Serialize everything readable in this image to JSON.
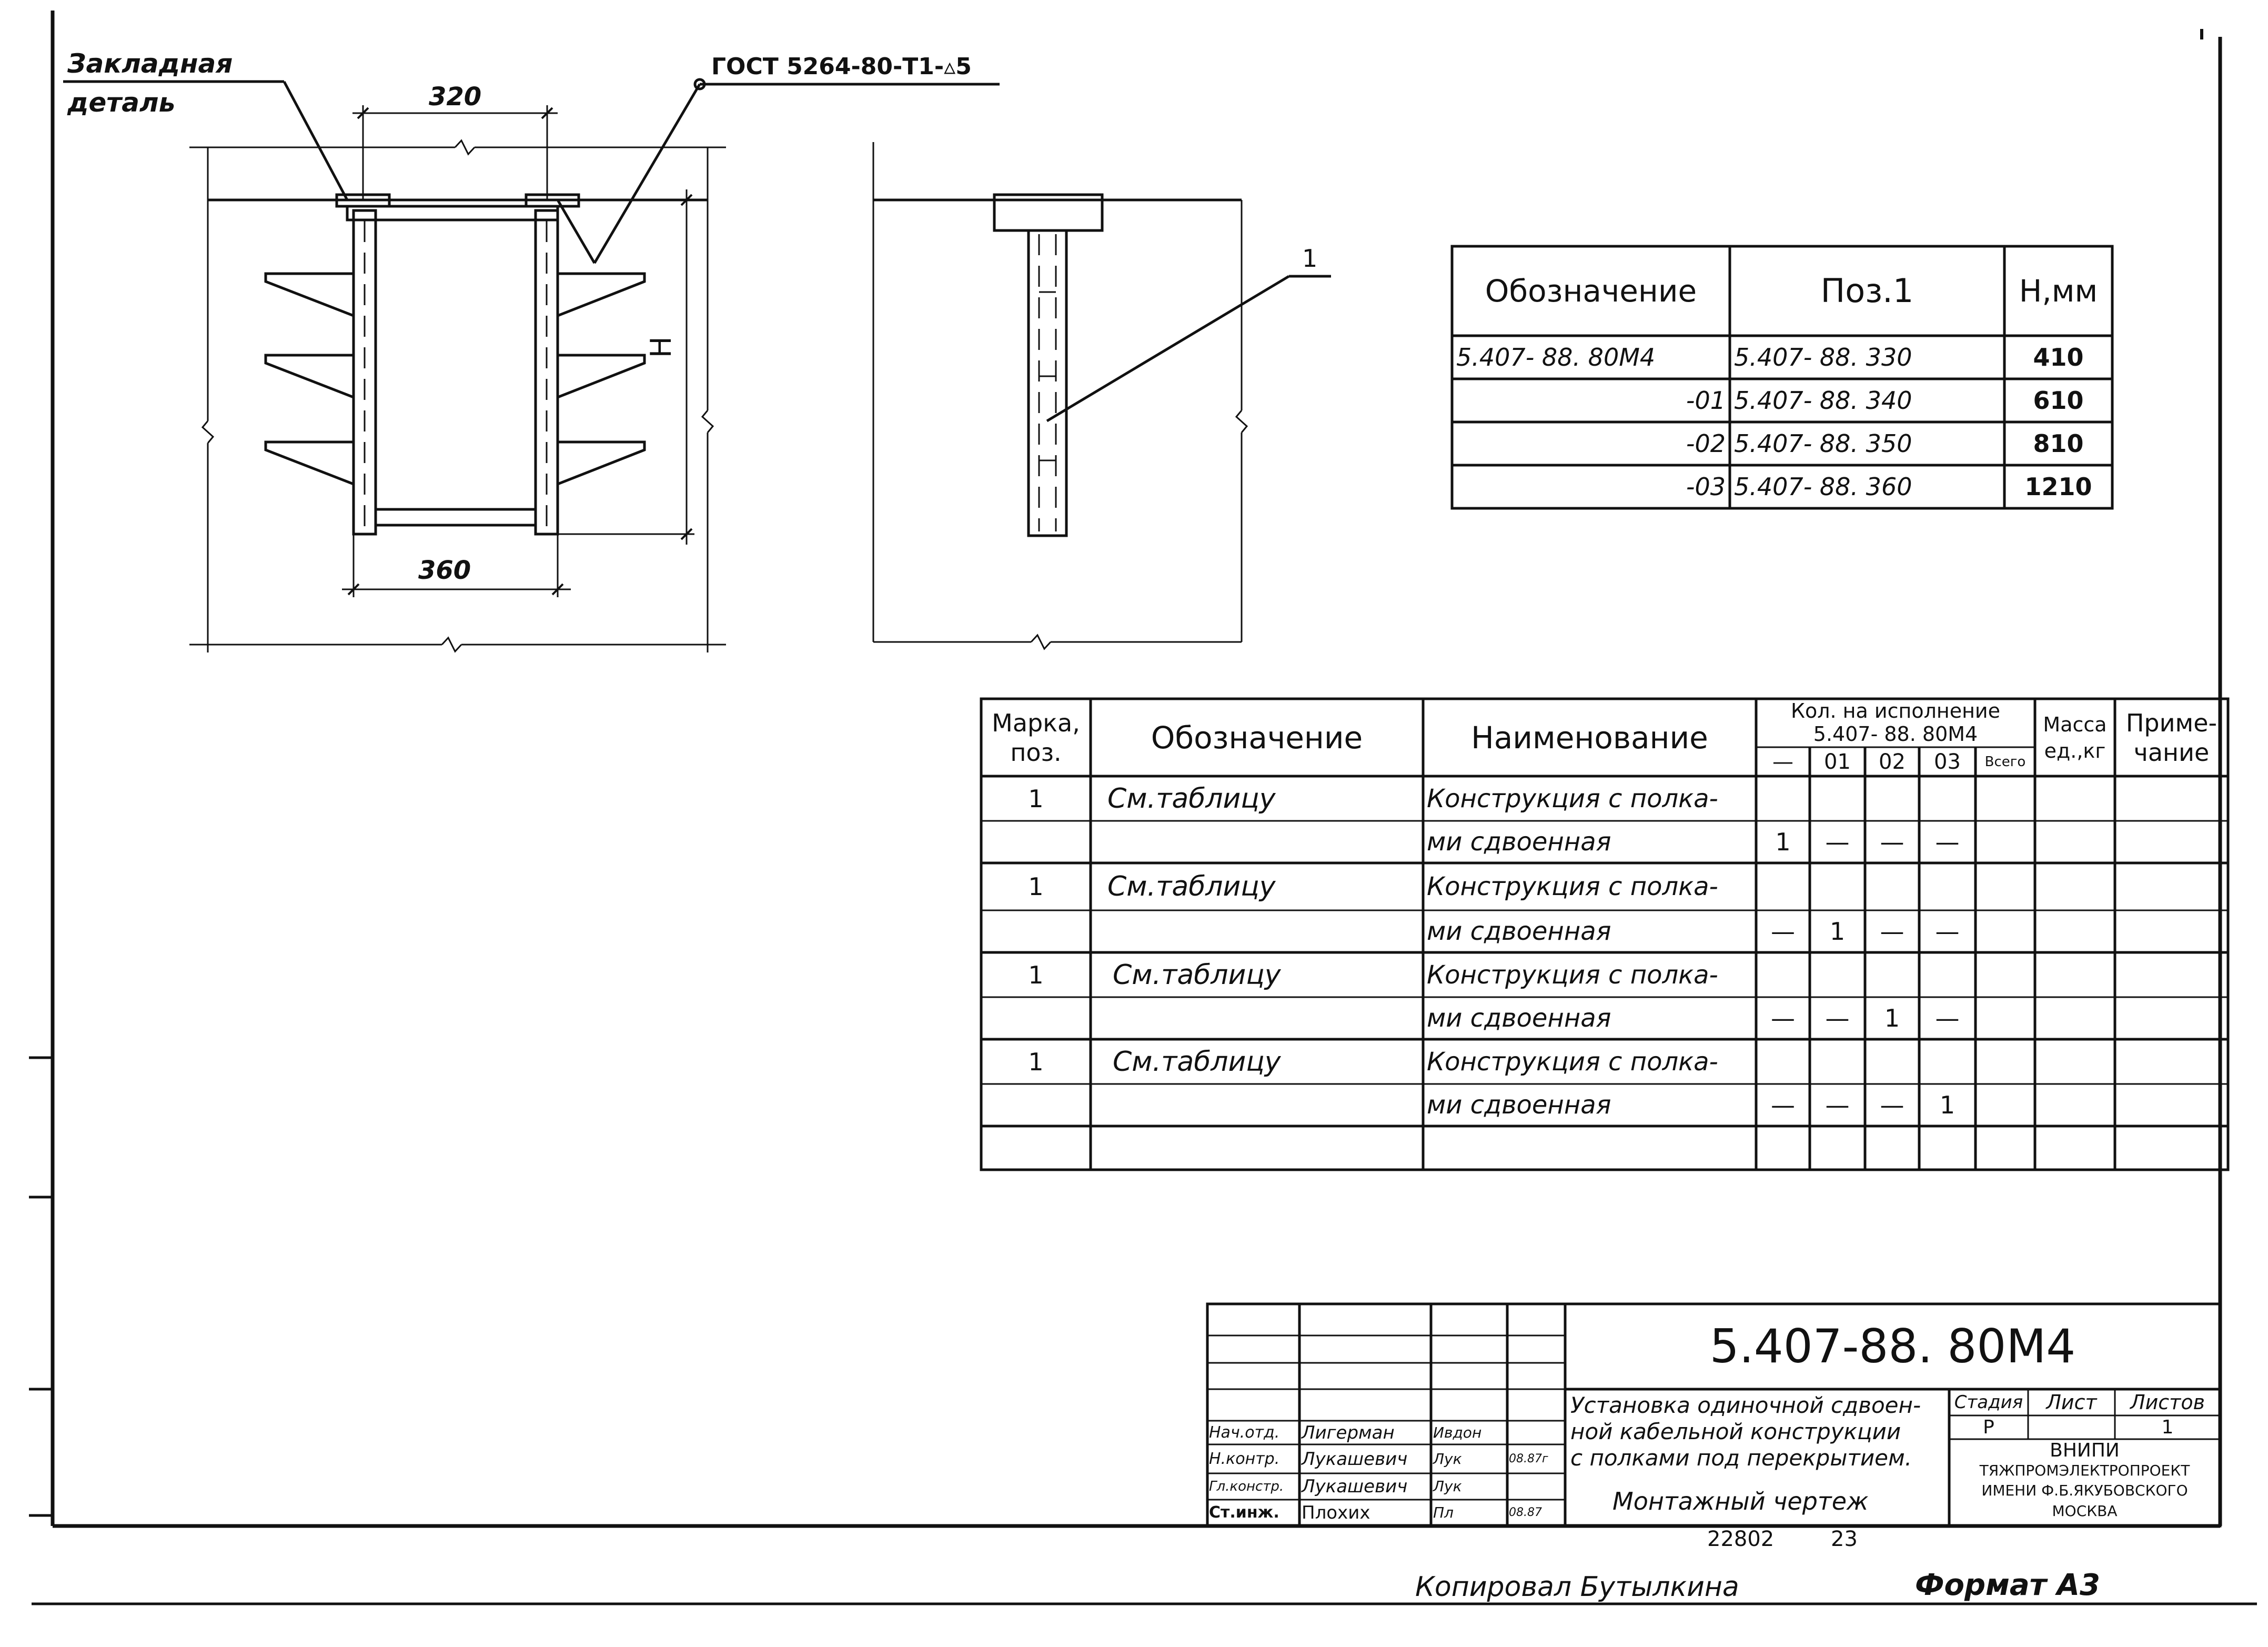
{
  "labels": {
    "embed_part_line1": "Закладная",
    "embed_part_line2": "деталь",
    "weld_note": "ГОСТ 5264-80-Т1-▵5",
    "dim_320": "320",
    "dim_360": "360",
    "dim_H": "H",
    "pos_leader": "1"
  },
  "variant_table": {
    "headers": [
      "Обозначение",
      "Поз.1",
      "H,мм"
    ],
    "rows": [
      [
        "5.407- 88. 80М4",
        "5.407- 88. 330",
        "410"
      ],
      [
        "-01",
        "5.407- 88. 340",
        "610"
      ],
      [
        "-02",
        "5.407- 88. 350",
        "810"
      ],
      [
        "-03",
        "5.407- 88. 360",
        "1210"
      ]
    ]
  },
  "spec_table": {
    "headers": {
      "mark": "Марка, поз.",
      "designation": "Обозначение",
      "name": "Наименование",
      "qty_group": "Кол. на исполнение",
      "qty_sub": "5.407- 88. 80М4",
      "q_dash": "—",
      "q01": "01",
      "q02": "02",
      "q03": "03",
      "total": "Всего",
      "mass": "Масса ед.,кг",
      "note": "Приме- чание"
    },
    "rows": [
      {
        "mark": "1",
        "designation": "См.таблицу",
        "name1": "Конструкция с полка-",
        "name2": "ми сдвоенная",
        "q": [
          "1",
          "—",
          "—",
          "—"
        ]
      },
      {
        "mark": "1",
        "designation": "См.таблицу",
        "name1": "Конструкция с полка-",
        "name2": "ми сдвоенная",
        "q": [
          "—",
          "1",
          "—",
          "—"
        ]
      },
      {
        "mark": "1",
        "designation": "См.таблицу",
        "name1": "Конструкция с полка-",
        "name2": "ми сдвоенная",
        "q": [
          "—",
          "—",
          "1",
          "—"
        ]
      },
      {
        "mark": "1",
        "designation": "См.таблицу",
        "name1": "Конструкция с полка-",
        "name2": "ми сдвоенная",
        "q": [
          "—",
          "—",
          "—",
          "1"
        ]
      }
    ]
  },
  "title_block": {
    "doc_code": "5.407-88. 80М4",
    "title_line1": "Установка одиночной сдвоен-",
    "title_line2": "ной кабельной конструкции",
    "title_line3": "с полками под перекрытием.",
    "subtitle": "Монтажный чертеж",
    "stage_label": "Стадия",
    "sheet_label": "Лист",
    "sheets_label": "Листов",
    "stage": "Р",
    "sheets": "1",
    "org_line1": "ВНИПИ",
    "org_line2": "ТЯЖПРОМЭЛЕКТРОПРОЕКТ",
    "org_line3": "ИМЕНИ Ф.Б.ЯКУБОВСКОГО",
    "org_line4": "МОСКВА",
    "signatures": [
      {
        "role": "Нач.отд.",
        "name": "Лигерман",
        "sign": "Ивдон",
        "date": ""
      },
      {
        "role": "Н.контр.",
        "name": "Лукашевич",
        "sign": "Лук",
        "date": "08.87г"
      },
      {
        "role": "Гл.констр.",
        "name": "Лукашевич",
        "sign": "Лук",
        "date": ""
      },
      {
        "role": "Ст.инж.",
        "name": "Плохих",
        "sign": "Пл",
        "date": "08.87"
      }
    ],
    "archive_no": "22802",
    "page_no": "23"
  },
  "footer": {
    "copied_by": "Копировал Бутылкина",
    "format": "Формат А3"
  }
}
